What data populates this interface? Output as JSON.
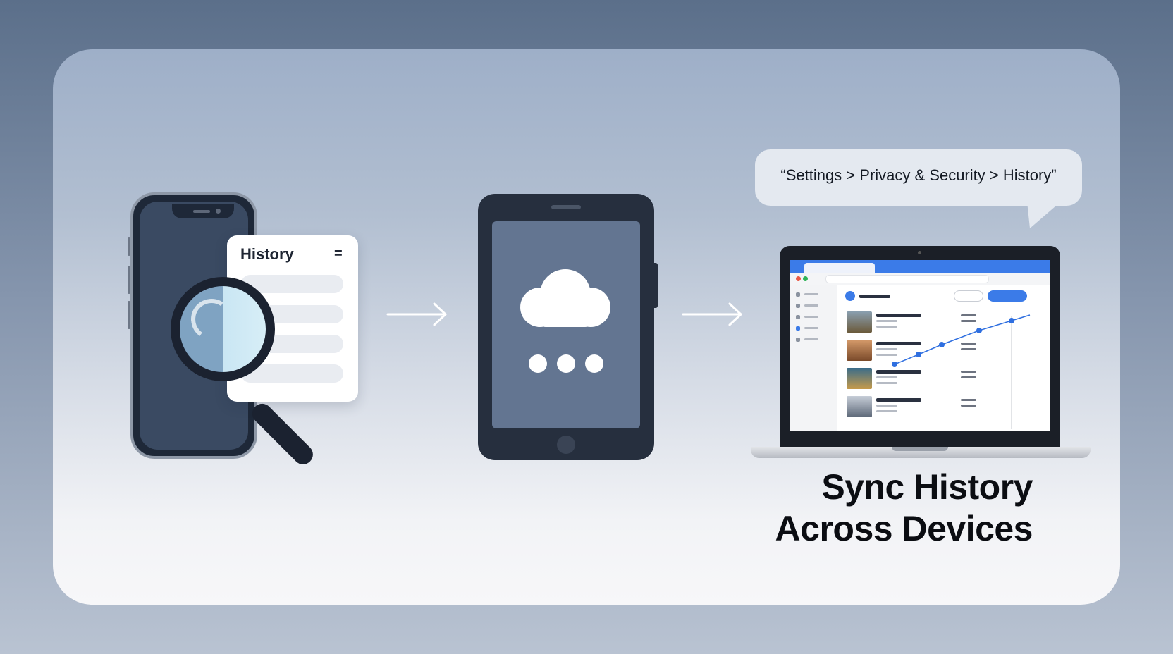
{
  "history_card": {
    "title": "History",
    "menu_glyph": "="
  },
  "bubble": {
    "text": "“Settings > Privacy & Security > History”"
  },
  "headline": {
    "line1": "Sync History",
    "line2": "Across Devices"
  },
  "colors": {
    "accent_blue": "#3b7be8",
    "device_dark": "#262f3e",
    "lens_light": "#c9e6f3"
  },
  "icons": [
    "magnifier-icon",
    "cloud-icon",
    "arrow-right-icon",
    "hamburger-menu-icon"
  ]
}
